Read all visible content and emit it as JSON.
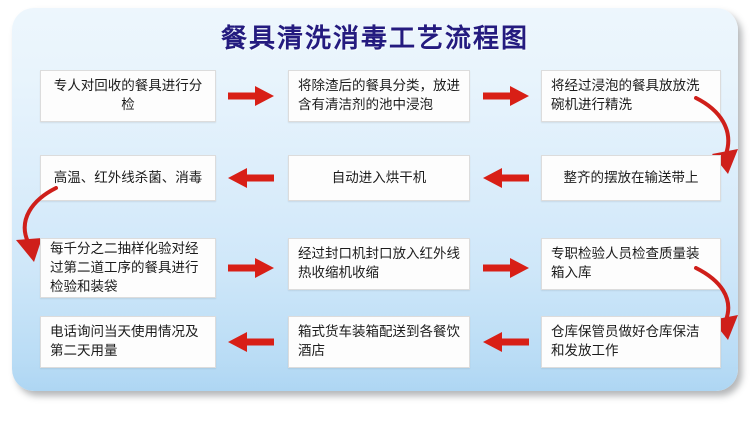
{
  "page": {
    "title": "餐具清洗消毒工艺流程图",
    "panel_color_top": "#edf6fd",
    "panel_color_bottom": "#aed6f3",
    "title_color": "#241b7f",
    "arrow_color": "#d81f16",
    "node_bg": "#fdfdfd"
  },
  "flow": {
    "rows": [
      {
        "direction": "right",
        "nodes": [
          {
            "id": "step-1",
            "label": "专人对回收的餐具进行分检"
          },
          {
            "id": "step-2",
            "label": "将除渣后的餐具分类，放进含有清洁剂的池中浸泡"
          },
          {
            "id": "step-3",
            "label": "将经过浸泡的餐具放放洗碗机进行精洗"
          }
        ]
      },
      {
        "direction": "left",
        "nodes": [
          {
            "id": "step-6",
            "label": "高温、红外线杀菌、消毒"
          },
          {
            "id": "step-5",
            "label": "自动进入烘干机"
          },
          {
            "id": "step-4",
            "label": "整齐的摆放在输送带上"
          }
        ]
      },
      {
        "direction": "right",
        "nodes": [
          {
            "id": "step-7",
            "label": "每千分之二抽样化验对经过第二道工序的餐具进行检验和装袋"
          },
          {
            "id": "step-8",
            "label": "经过封口机封口放入红外线热收缩机收缩"
          },
          {
            "id": "step-9",
            "label": "专职检验人员检查质量装箱入库"
          }
        ]
      },
      {
        "direction": "left",
        "nodes": [
          {
            "id": "step-12",
            "label": "电话询问当天使用情况及第二天用量"
          },
          {
            "id": "step-11",
            "label": "箱式货车装箱配送到各餐饮酒店"
          },
          {
            "id": "step-10",
            "label": "仓库保管员做好仓库保洁和发放工作"
          }
        ]
      }
    ],
    "connectors": [
      {
        "id": "connector-right-1",
        "from": "step-3",
        "to": "step-4",
        "shape": "curve-down-right"
      },
      {
        "id": "connector-left-1",
        "from": "step-6",
        "to": "step-7",
        "shape": "curve-down-left"
      },
      {
        "id": "connector-right-2",
        "from": "step-9",
        "to": "step-10",
        "shape": "curve-down-right"
      }
    ]
  }
}
